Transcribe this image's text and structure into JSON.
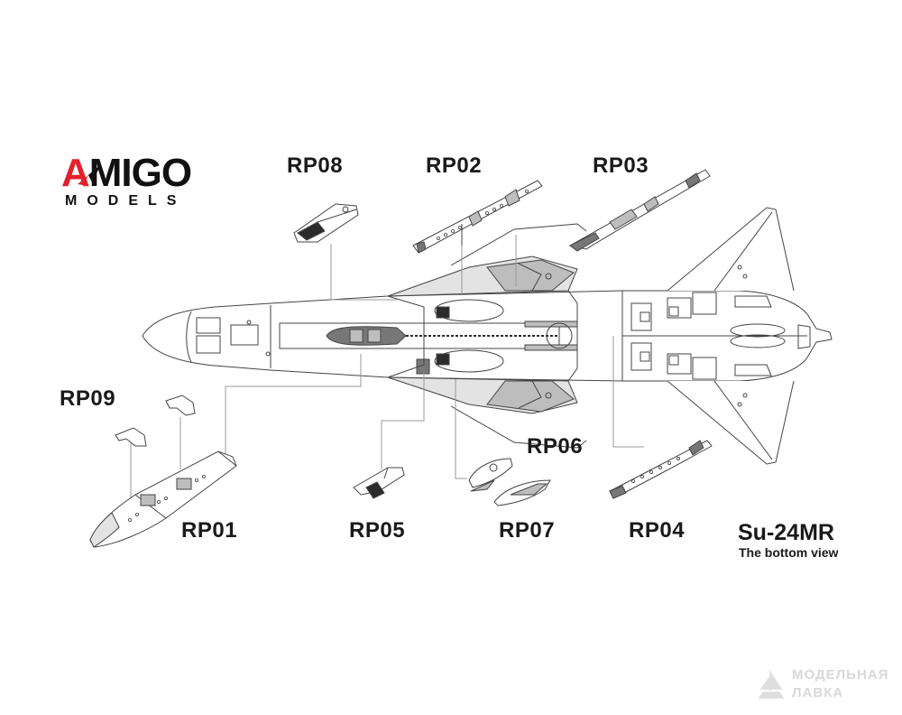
{
  "brand": {
    "logo_first_letter": "A",
    "logo_rest": "MIGO",
    "logo_subtitle": "MODELS",
    "accent_color": "#e2202c",
    "text_color": "#111111"
  },
  "model": {
    "title": "Su-24MR",
    "subtitle": "The bottom view"
  },
  "parts": [
    {
      "id": "RP01",
      "label": "RP01"
    },
    {
      "id": "RP02",
      "label": "RP02"
    },
    {
      "id": "RP03",
      "label": "RP03"
    },
    {
      "id": "RP04",
      "label": "RP04"
    },
    {
      "id": "RP05",
      "label": "RP05"
    },
    {
      "id": "RP06",
      "label": "RP06"
    },
    {
      "id": "RP07",
      "label": "RP07"
    },
    {
      "id": "RP08",
      "label": "RP08"
    },
    {
      "id": "RP09",
      "label": "RP09"
    }
  ],
  "watermark": {
    "line1": "МОДЕЛЬНАЯ",
    "line2": "ЛАВКА"
  },
  "colors": {
    "line": "#444444",
    "tone_light": "#e3e3e3",
    "tone_mid": "#bdbdbd",
    "tone_dark": "#777777",
    "tone_black": "#2b2b2b"
  }
}
